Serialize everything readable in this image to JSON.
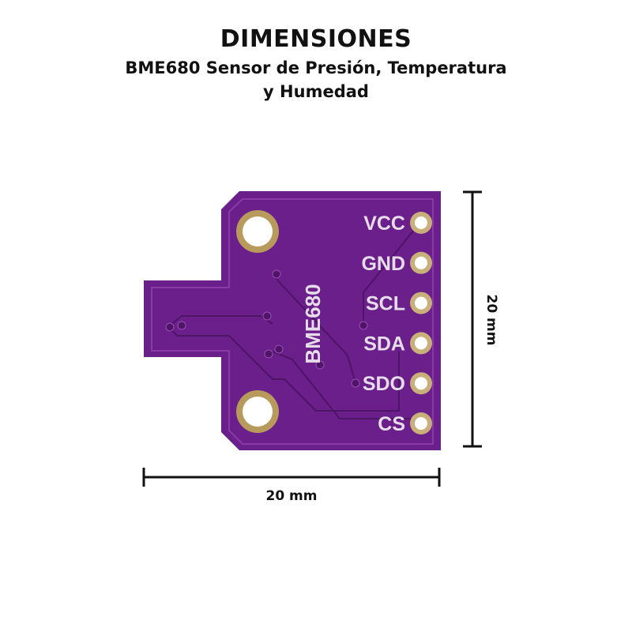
{
  "header": {
    "title": "DIMENSIONES",
    "subtitle_line1": "BME680 Sensor de Presión, Temperatura",
    "subtitle_line2": "y Humedad"
  },
  "board": {
    "chip_label": "BME680",
    "pins": [
      "VCC",
      "GND",
      "SCL",
      "SDA",
      "SDO",
      "CS"
    ],
    "color": "#6a1f8a"
  },
  "dimensions": {
    "height_label": "20 mm",
    "width_label": "20 mm"
  }
}
